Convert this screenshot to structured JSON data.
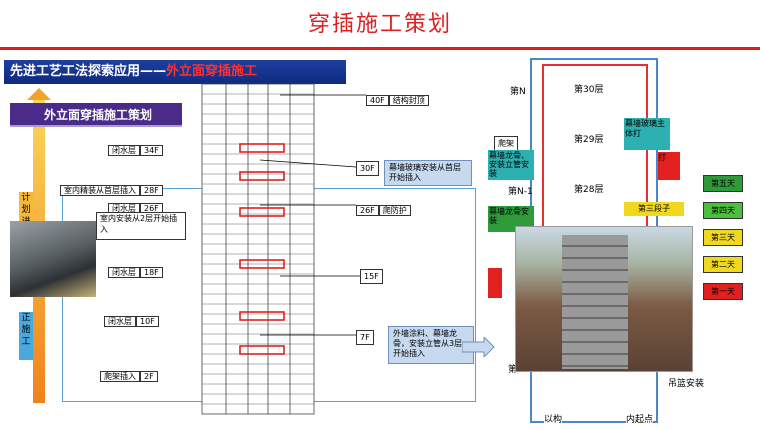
{
  "title": "穿插施工策划",
  "banner": {
    "prefix": "先进工艺工法探索应用——",
    "highlight": "外立面穿插施工"
  },
  "subbanner": "外立面穿插施工策划",
  "left_arrow": {
    "top_text": "计划进",
    "bottom_text": "正施工"
  },
  "building_labels": [
    {
      "text": "闭水层",
      "floor": "34F"
    },
    {
      "text": "室内精装从首层插入",
      "floor": "28F"
    },
    {
      "text": "闭水层",
      "floor": "26F"
    },
    {
      "text": "室内安装从2层开始插入",
      "floor": ""
    },
    {
      "text": "闭水层",
      "floor": "18F"
    },
    {
      "text": "闭水层",
      "floor": "10F"
    },
    {
      "text": "爬架插入",
      "floor": "2F"
    }
  ],
  "right_labels": [
    {
      "floor": "40F",
      "text": "结构封顶"
    },
    {
      "floor": "30F",
      "text": "幕墙玻璃安装从首层开始插入"
    },
    {
      "floor": "26F",
      "text": "爬防护"
    },
    {
      "floor": "15F",
      "text": ""
    },
    {
      "floor": "7F",
      "text": "外墙涂料、幕墙龙骨，安装立管从3层开始插入"
    }
  ],
  "right_diagram": {
    "floors": [
      "第30层",
      "第29层",
      "第28层"
    ],
    "left_tags": [
      "第N",
      "第N-1",
      "爬架",
      "幕墙龙骨、安装立管安装",
      "幕墙龙骨安装",
      "第N-4"
    ],
    "right_tags": [
      "幕墙玻璃主体打",
      "打",
      "第三段子",
      "吊篮安装",
      "以构",
      "内起点"
    ],
    "days": [
      {
        "label": "第五天",
        "color": "#2e9a3a"
      },
      {
        "label": "第四天",
        "color": "#4cbf3c"
      },
      {
        "label": "第三天",
        "color": "#f0d81e"
      },
      {
        "label": "第二天",
        "color": "#f0d81e"
      },
      {
        "label": "第一天",
        "color": "#e22020"
      }
    ]
  }
}
